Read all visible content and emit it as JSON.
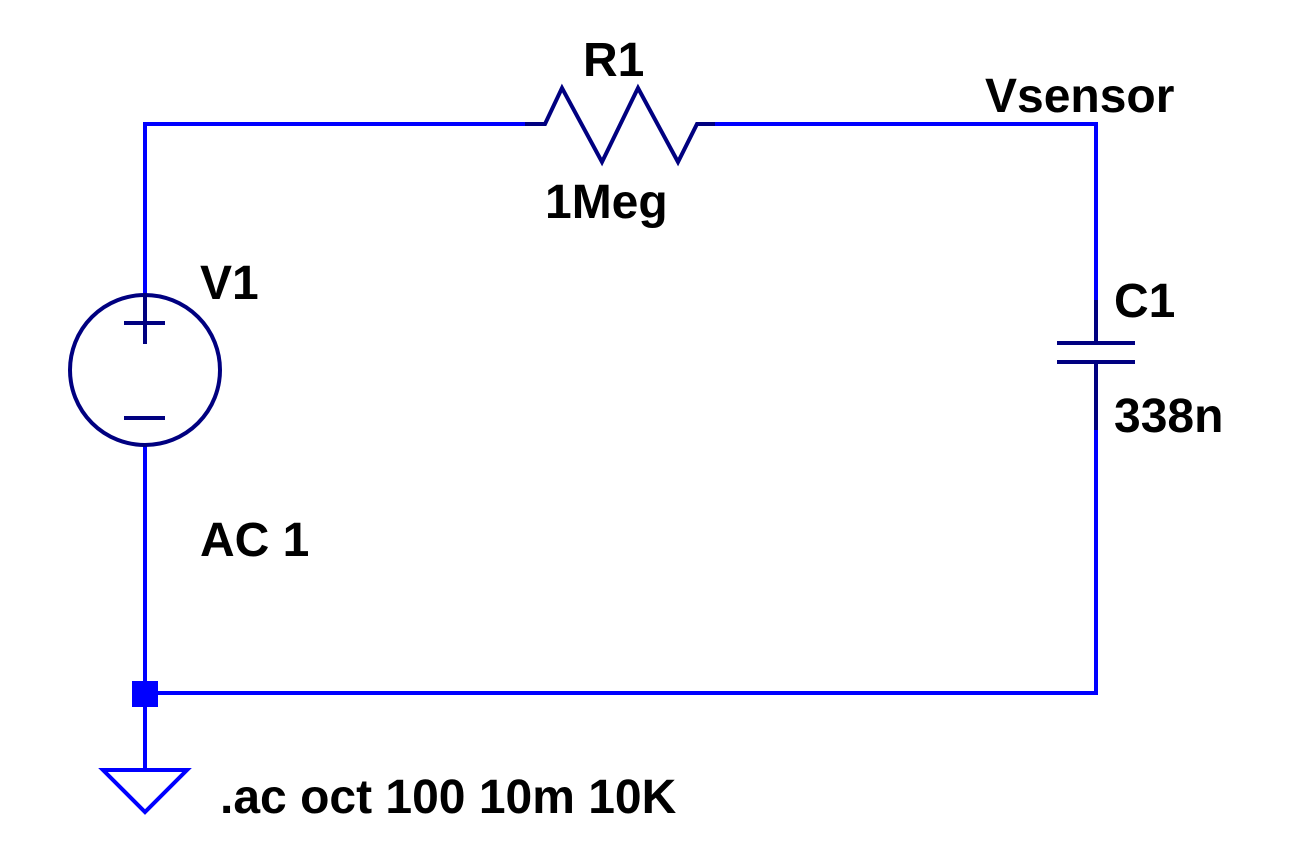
{
  "components": {
    "resistor": {
      "name": "R1",
      "value": "1Meg"
    },
    "capacitor": {
      "name": "C1",
      "value": "338n"
    },
    "source": {
      "name": "V1",
      "value": "AC 1",
      "plus": "+",
      "minus": "−"
    }
  },
  "nets": {
    "output_label": "Vsensor"
  },
  "directive": ".ac oct 100 10m 10K",
  "colors": {
    "wire": "#0000ff",
    "component": "#000080",
    "text": "#000000"
  }
}
